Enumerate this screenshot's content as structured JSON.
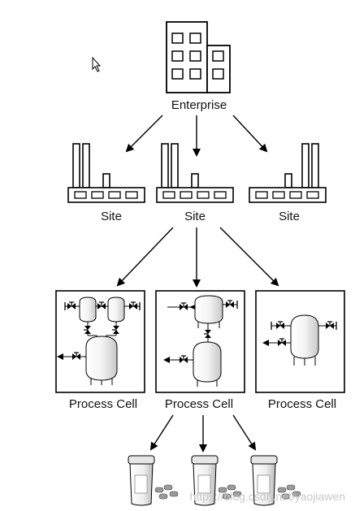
{
  "labels": {
    "enterprise": "Enterprise",
    "site_left": "Site",
    "site_center": "Site",
    "site_right": "Site",
    "cell_left": "Process Cell",
    "cell_center": "Process Cell",
    "cell_right": "Process Cell"
  },
  "watermark": "https://blog.csdn.net/yaojiawen",
  "colors": {
    "line": "#000000",
    "background": "#ffffff",
    "vessel_fill": "#f2f2f2",
    "watermark": "#c9c9c9"
  }
}
